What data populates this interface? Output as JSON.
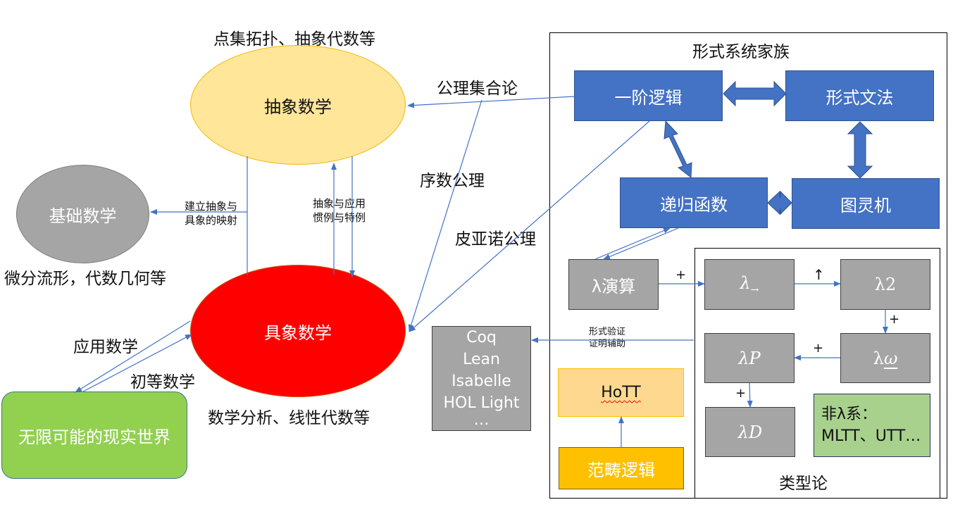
{
  "left": {
    "abstract_math": {
      "label": "抽象数学",
      "caption": "点集拓扑、抽象代数等",
      "color": "#ffe699"
    },
    "basic_math": {
      "label": "基础数学",
      "caption": "微分流形，代数几何等",
      "color": "#a5a5a5"
    },
    "concrete_math": {
      "label": "具象数学",
      "caption": "数学分析、线性代数等",
      "color": "#ff0000"
    },
    "real_world": {
      "label": "无限可能的现实世界",
      "color": "#92d050"
    },
    "edge_labels": {
      "mapping_line1": "建立抽象与",
      "mapping_line2": "具象的映射",
      "abstraction_line1": "抽象与应用",
      "abstraction_line2": "惯例与特例",
      "applied_math": "应用数学",
      "elementary_math": "初等数学",
      "axiomatic_set_theory": "公理集合论",
      "ordinal_axioms": "序数公理",
      "peano_axioms": "皮亚诺公理",
      "verification_line1": "形式验证",
      "verification_line2": "证明辅助"
    }
  },
  "proof_assistants": {
    "items": [
      "Coq",
      "Lean",
      "Isabelle",
      "HOL Light",
      "…"
    ]
  },
  "formal_systems": {
    "title": "形式系统家族",
    "first_order_logic": "一阶逻辑",
    "formal_grammar": "形式文法",
    "recursive_functions": "递归函数",
    "turing_machine": "图灵机",
    "lambda_calculus": "λ演算",
    "hott": "HoTT",
    "category_logic": "范畴逻辑",
    "accent": "#4472c4"
  },
  "type_theory": {
    "title": "类型论",
    "lambda_arrow": "λ",
    "lambda_arrow_sub": "→",
    "lambda_2": "λ2",
    "lambda_omega": "λ",
    "lambda_omega_sym": "ω",
    "lambda_p": "λP",
    "lambda_d": "λD",
    "non_lambda_line1": "非λ系：",
    "non_lambda_line2": "MLTT、UTT…",
    "plus_label": "+",
    "up_label": "↑"
  }
}
